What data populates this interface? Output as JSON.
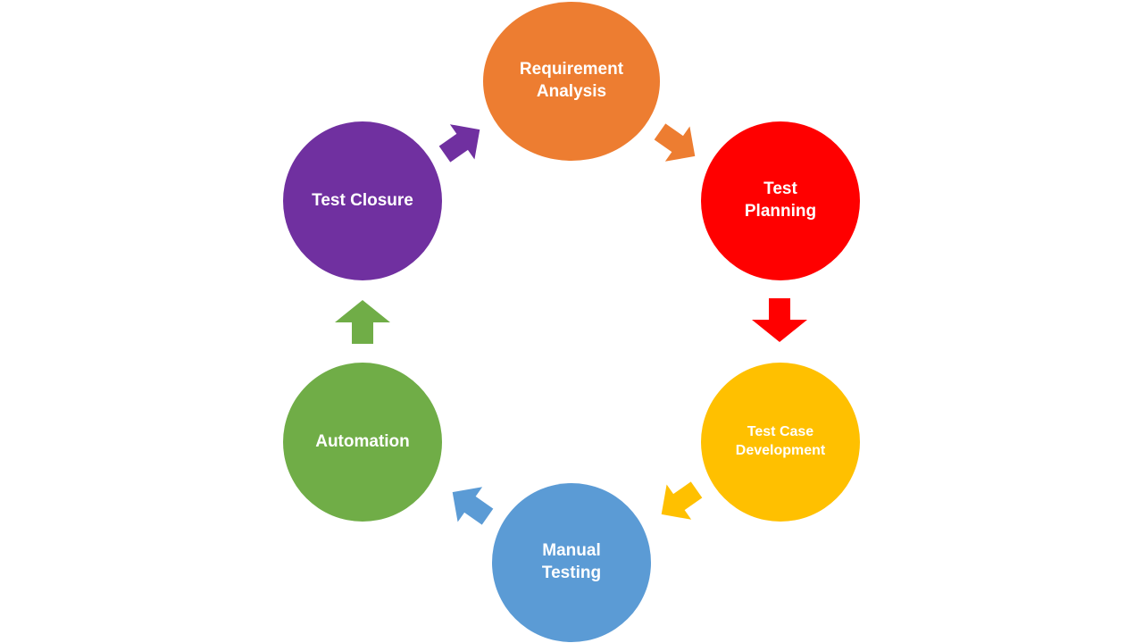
{
  "diagram": {
    "nodes": [
      {
        "id": "requirement-analysis",
        "label": "Requirement\nAnalysis",
        "color": "#ED7D31"
      },
      {
        "id": "test-planning",
        "label": "Test\nPlanning",
        "color": "#FF0000"
      },
      {
        "id": "test-case-development",
        "label": "Test Case\nDevelopment",
        "color": "#FFC000"
      },
      {
        "id": "manual-testing",
        "label": "Manual\nTesting",
        "color": "#5B9BD5"
      },
      {
        "id": "automation",
        "label": "Automation",
        "color": "#70AD47"
      },
      {
        "id": "test-closure",
        "label": "Test Closure",
        "color": "#7030A0"
      }
    ],
    "arrows": [
      {
        "from": "requirement-analysis",
        "to": "test-planning",
        "color": "#ED7D31"
      },
      {
        "from": "test-planning",
        "to": "test-case-development",
        "color": "#FF0000"
      },
      {
        "from": "test-case-development",
        "to": "manual-testing",
        "color": "#FFC000"
      },
      {
        "from": "manual-testing",
        "to": "automation",
        "color": "#5B9BD5"
      },
      {
        "from": "automation",
        "to": "test-closure",
        "color": "#70AD47"
      },
      {
        "from": "test-closure",
        "to": "requirement-analysis",
        "color": "#7030A0"
      }
    ]
  }
}
